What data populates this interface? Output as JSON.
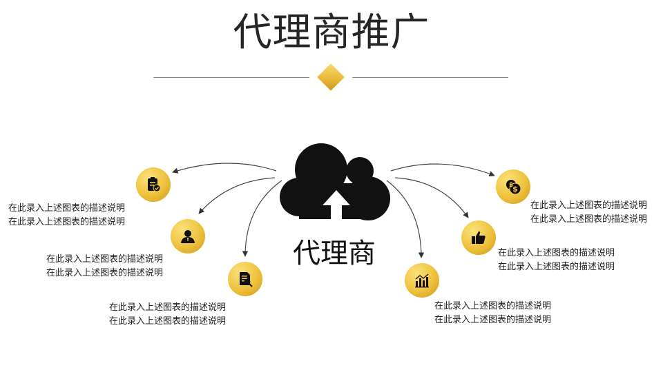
{
  "title": "代理商推广",
  "center": {
    "label": "代理商",
    "icon": "cloud-upload-icon"
  },
  "colors": {
    "gold_light": "#f7dc6f",
    "gold": "#e8b93a",
    "gold_dark": "#c99a1e",
    "text": "#222222"
  },
  "nodes": [
    {
      "icon": "clipboard-check-icon",
      "lines": [
        "在此录入上述图表的描述说明",
        "在此录入上述图表的描述说明"
      ]
    },
    {
      "icon": "user-icon",
      "lines": [
        "在此录入上述图表的描述说明",
        "在此录入上述图表的描述说明"
      ]
    },
    {
      "icon": "document-search-icon",
      "lines": [
        "在此录入上述图表的描述说明",
        "在此录入上述图表的描述说明"
      ]
    },
    {
      "icon": "bar-chart-icon",
      "lines": [
        "在此录入上述图表的描述说明",
        "在此录入上述图表的描述说明"
      ]
    },
    {
      "icon": "thumbs-up-icon",
      "lines": [
        "在此录入上述图表的描述说明",
        "在此录入上述图表的描述说明"
      ]
    },
    {
      "icon": "money-icon",
      "lines": [
        "在此录入上述图表的描述说明",
        "在此录入上述图表的描述说明"
      ]
    }
  ]
}
